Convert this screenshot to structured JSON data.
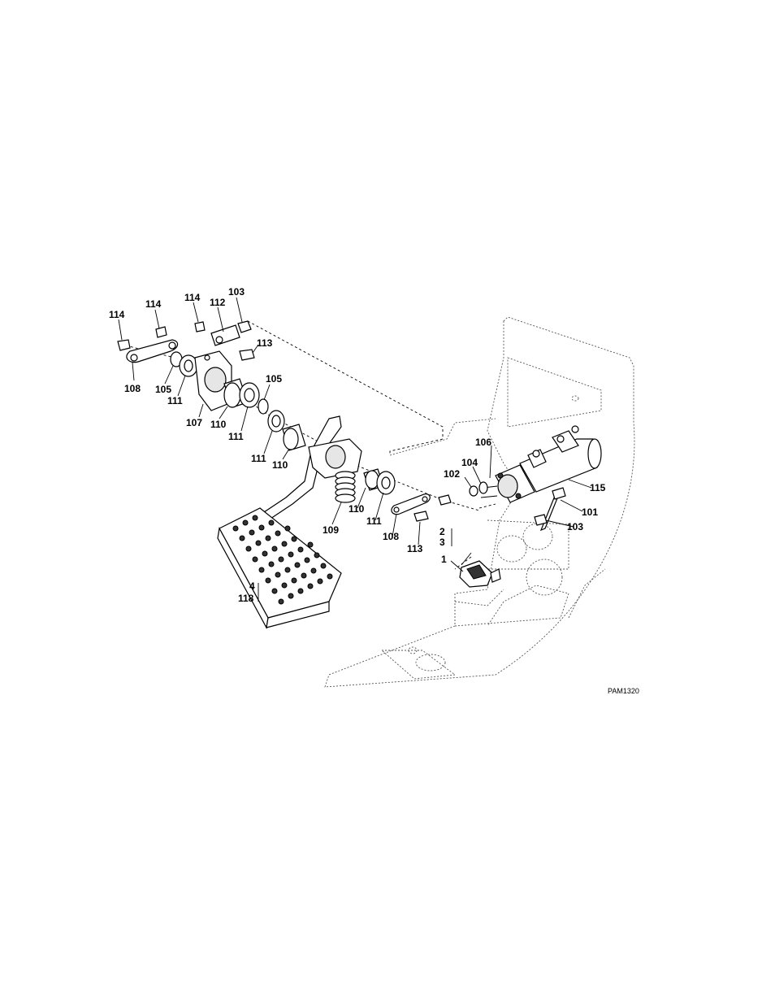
{
  "figure_id": "PAM1320",
  "callouts": {
    "c114a": "114",
    "c114b": "114",
    "c114c": "114",
    "c112": "112",
    "c103a": "103",
    "c113a": "113",
    "c108a": "108",
    "c105a": "105",
    "c111a": "111",
    "c105b": "105",
    "c107": "107",
    "c110a": "110",
    "c111b": "111",
    "c111c": "111",
    "c110b": "110",
    "c106": "106",
    "c104": "104",
    "c102": "102",
    "c115": "115",
    "c101": "101",
    "c103b": "103",
    "c110c": "110",
    "c111d": "111",
    "c108b": "108",
    "c109": "109",
    "c113b": "113",
    "c2": "2",
    "c3": "3",
    "c1": "1",
    "c4": "4",
    "c118": "118"
  }
}
